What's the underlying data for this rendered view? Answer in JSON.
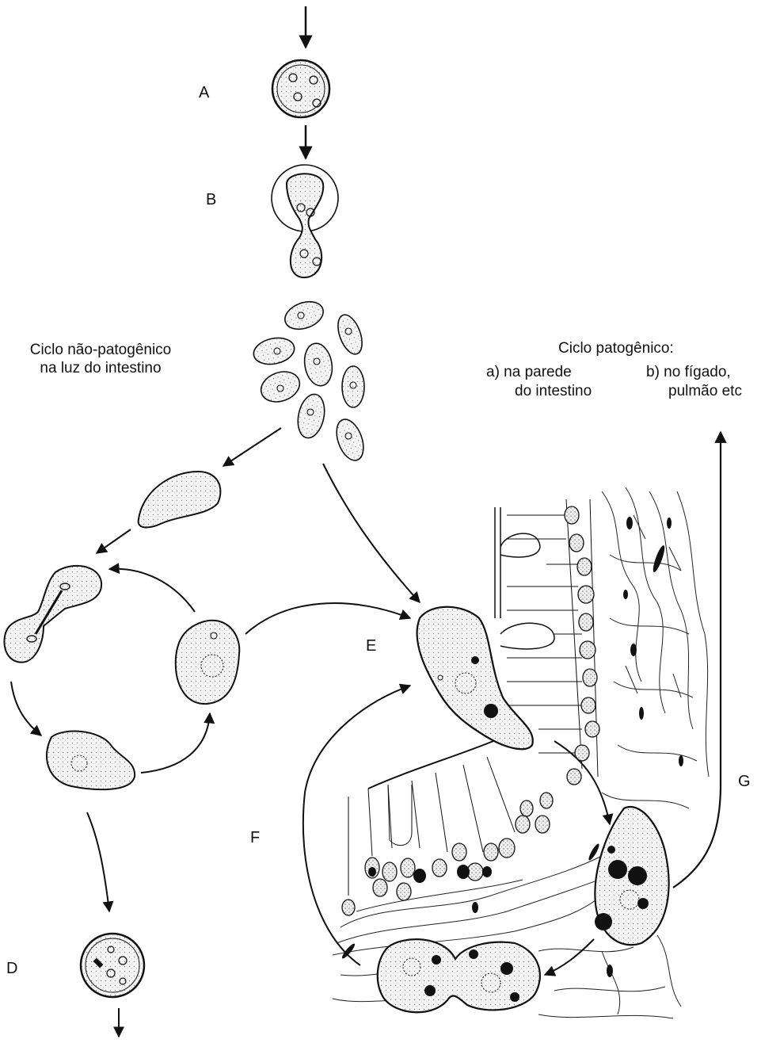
{
  "labels": {
    "A": "A",
    "B": "B",
    "D": "D",
    "E": "E",
    "F": "F",
    "G": "G"
  },
  "non_pathogenic": {
    "line1": "Ciclo não-patogênico",
    "line2": "na luz do intestino"
  },
  "pathogenic": {
    "title": "Ciclo patogênico:",
    "a_line1": "a)  na parede",
    "a_line2": "do intestino",
    "b_line1": "b)  no fígado,",
    "b_line2": "pulmão etc"
  }
}
